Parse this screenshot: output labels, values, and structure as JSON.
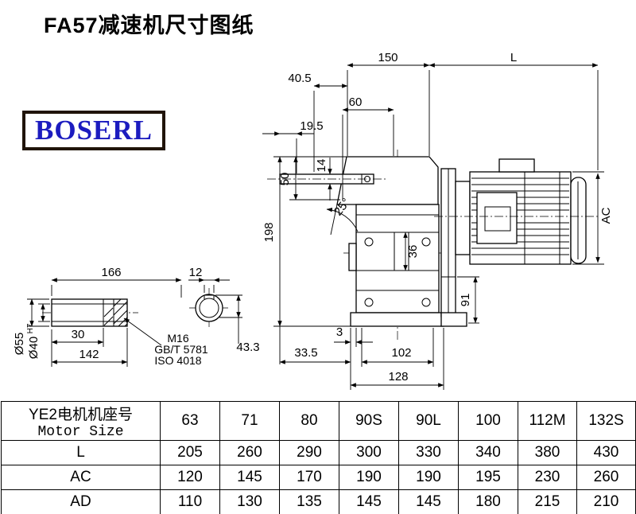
{
  "title": "FA57减速机尺寸图纸",
  "logo": {
    "text": "BOSERL"
  },
  "drawing": {
    "dims": {
      "d150": "150",
      "L": "L",
      "d40_5": "40.5",
      "d60": "60",
      "d19_5": "19.5",
      "d14": "14",
      "d50": "50",
      "angle25": "25°",
      "d198": "198",
      "AC": "AC",
      "d166": "166",
      "d12": "12",
      "d30": "30",
      "d142": "142",
      "m16": "M16",
      "gbt5781": "GB/T 5781",
      "iso4018": "ISO 4018",
      "dia55": "Ø55",
      "dia40": "Ø40",
      "dia40_tol": "H7",
      "d43_3": "43.3",
      "d36": "36",
      "d91": "91",
      "d3": "3",
      "d33_5": "33.5",
      "d102": "102",
      "d128": "128"
    }
  },
  "table": {
    "header": {
      "line1": "YE2电机机座号",
      "line2": "Motor Size"
    },
    "columns": [
      "63",
      "71",
      "80",
      "90S",
      "90L",
      "100",
      "112M",
      "132S"
    ],
    "rows": [
      {
        "label": "L",
        "values": [
          "205",
          "260",
          "290",
          "300",
          "330",
          "340",
          "380",
          "430"
        ]
      },
      {
        "label": "AC",
        "values": [
          "120",
          "145",
          "170",
          "190",
          "190",
          "195",
          "230",
          "260"
        ]
      },
      {
        "label": "AD",
        "values": [
          "110",
          "130",
          "135",
          "145",
          "145",
          "180",
          "215",
          "210"
        ]
      }
    ]
  }
}
